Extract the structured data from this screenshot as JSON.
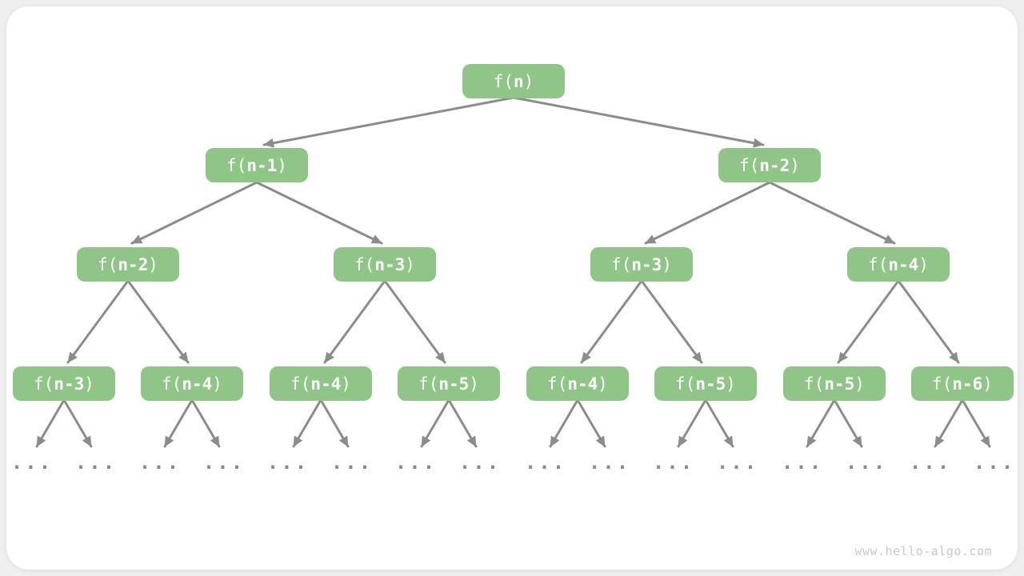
{
  "diagram_title": "recursion-tree",
  "tree": {
    "label_prefix": "f(",
    "label_suffix": ")",
    "leaf_ellipsis": "...",
    "leaf_count": 16,
    "nodes": [
      {
        "label": "f(n)",
        "arg": "n",
        "level": 1
      },
      {
        "label": "f(n-1)",
        "arg": "n-1",
        "level": 2
      },
      {
        "label": "f(n-2)",
        "arg": "n-2",
        "level": 2
      },
      {
        "label": "f(n-2)",
        "arg": "n-2",
        "level": 3
      },
      {
        "label": "f(n-3)",
        "arg": "n-3",
        "level": 3
      },
      {
        "label": "f(n-3)",
        "arg": "n-3",
        "level": 3
      },
      {
        "label": "f(n-4)",
        "ararg": null,
        "arg": "n-4",
        "level": 3
      },
      {
        "label": "f(n-3)",
        "arg": "n-3",
        "level": 4
      },
      {
        "label": "f(n-4)",
        "arg": "n-4",
        "level": 4
      },
      {
        "label": "f(n-4)",
        "arg": "n-4",
        "level": 4
      },
      {
        "label": "f(n-5)",
        "arg": "n-5",
        "level": 4
      },
      {
        "label": "f(n-4)",
        "arg": "n-4",
        "level": 4
      },
      {
        "label": "f(n-5)",
        "arg": "n-5",
        "level": 4
      },
      {
        "label": "f(n-5)",
        "arg": "n-5",
        "level": 4
      },
      {
        "label": "f(n-6)",
        "arg": "n-6",
        "level": 4
      }
    ]
  },
  "watermark": {
    "text": "www.hello-algo.com"
  },
  "colors": {
    "page_bg": "#EFEFEF",
    "card_bg": "#FFFFFF",
    "node_fill": "#8FC586",
    "node_text": "#FFFFFF",
    "arrow": "#8C8C8C",
    "ellipsis": "#8A8A8A",
    "watermark": "#C9C9C9"
  }
}
